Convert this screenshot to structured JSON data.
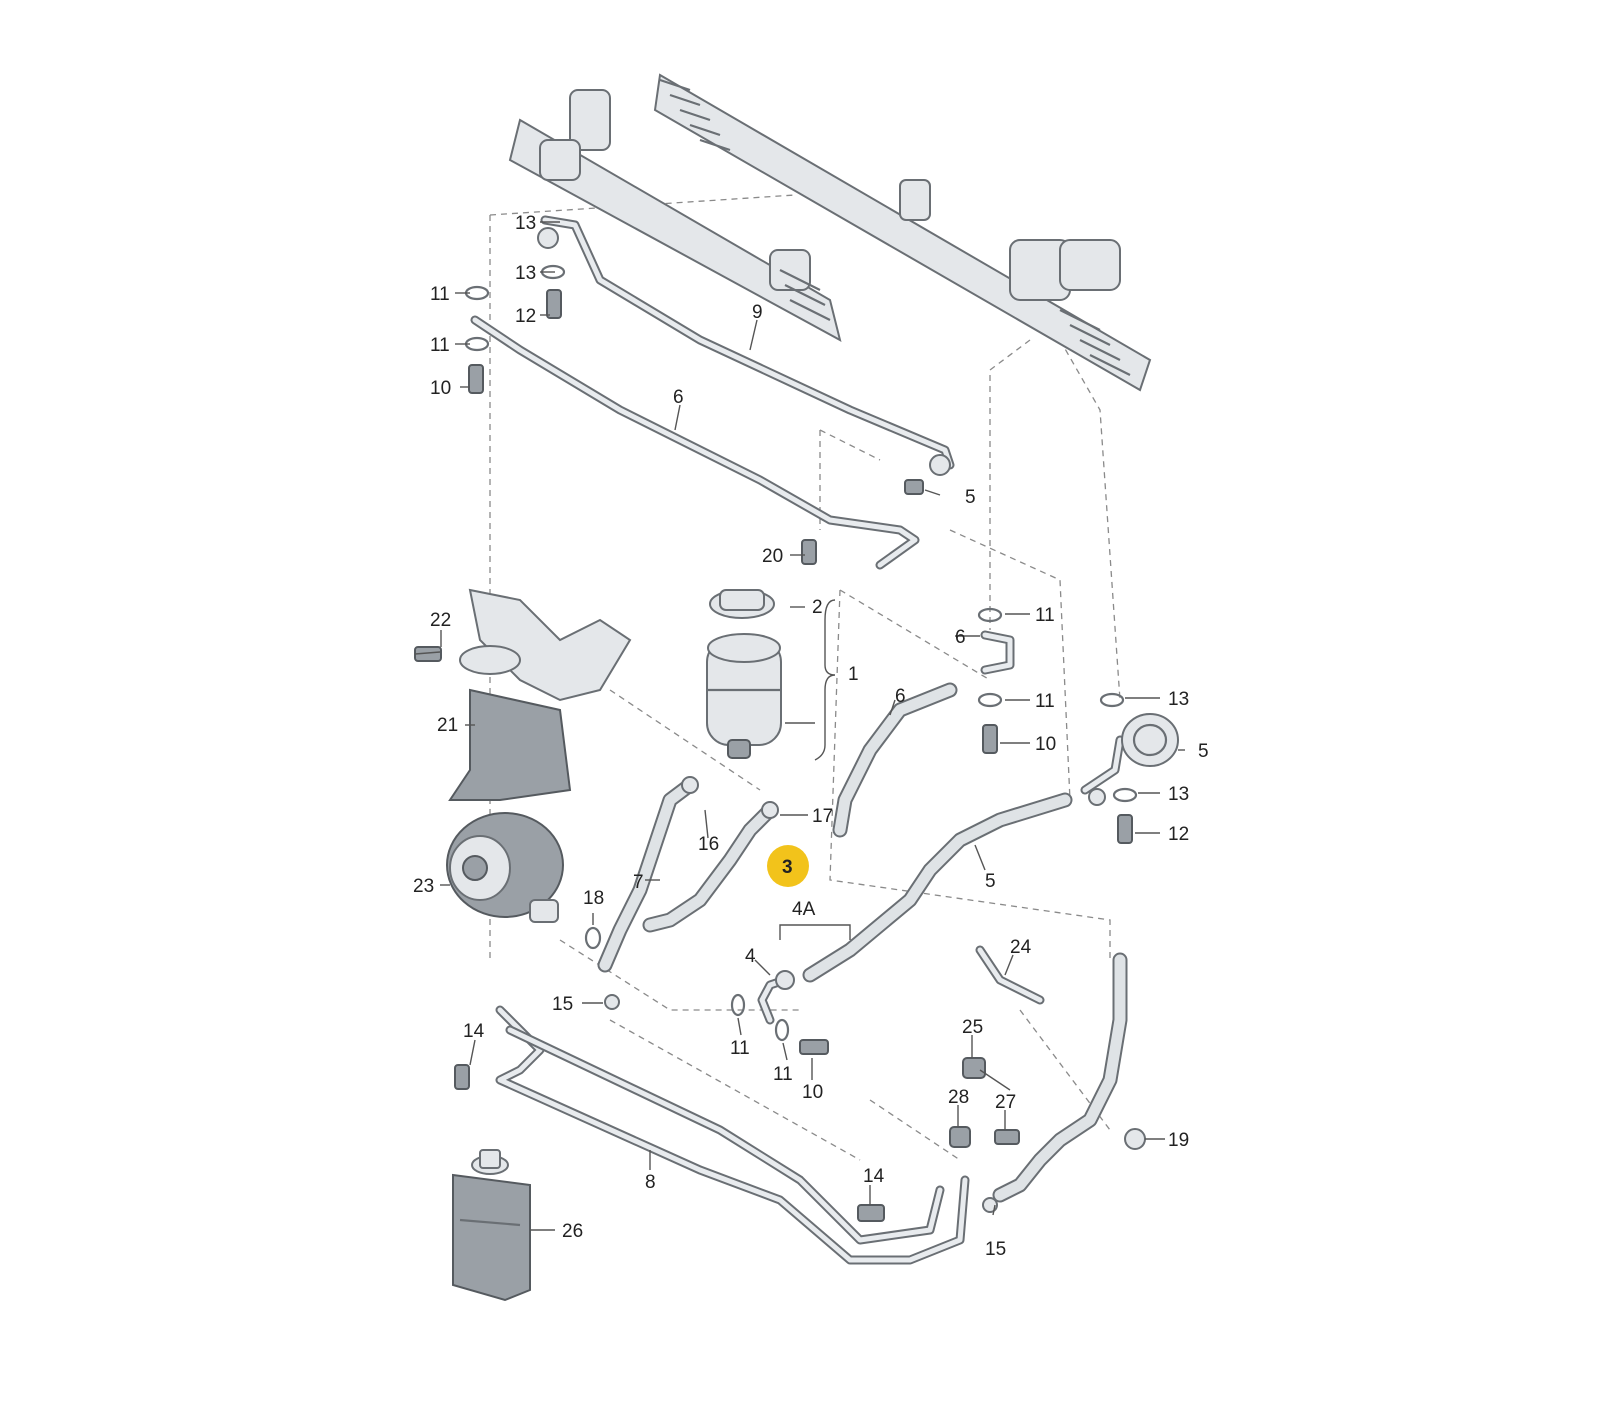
{
  "diagram": {
    "labels": {
      "l1": "1",
      "l2": "2",
      "l3": "3",
      "l4": "4",
      "l4a": "4A",
      "l5a": "5",
      "l5b": "5",
      "l5c": "5",
      "l6a": "6",
      "l6b": "6",
      "l6c": "6",
      "l7": "7",
      "l8": "8",
      "l9": "9",
      "l10a": "10",
      "l10b": "10",
      "l10c": "10",
      "l11a": "11",
      "l11b": "11",
      "l11c": "11",
      "l11d": "11",
      "l11e": "11",
      "l11f": "11",
      "l12a": "12",
      "l12b": "12",
      "l13a": "13",
      "l13b": "13",
      "l13c": "13",
      "l13d": "13",
      "l14a": "14",
      "l14b": "14",
      "l15a": "15",
      "l15b": "15",
      "l16": "16",
      "l17": "17",
      "l18": "18",
      "l19": "19",
      "l20": "20",
      "l21": "21",
      "l22": "22",
      "l23": "23",
      "l24": "24",
      "l25": "25",
      "l26": "26",
      "l27": "27",
      "l28": "28"
    },
    "highlight_color": "#f2c31b",
    "line_color": "#6a6f74"
  }
}
